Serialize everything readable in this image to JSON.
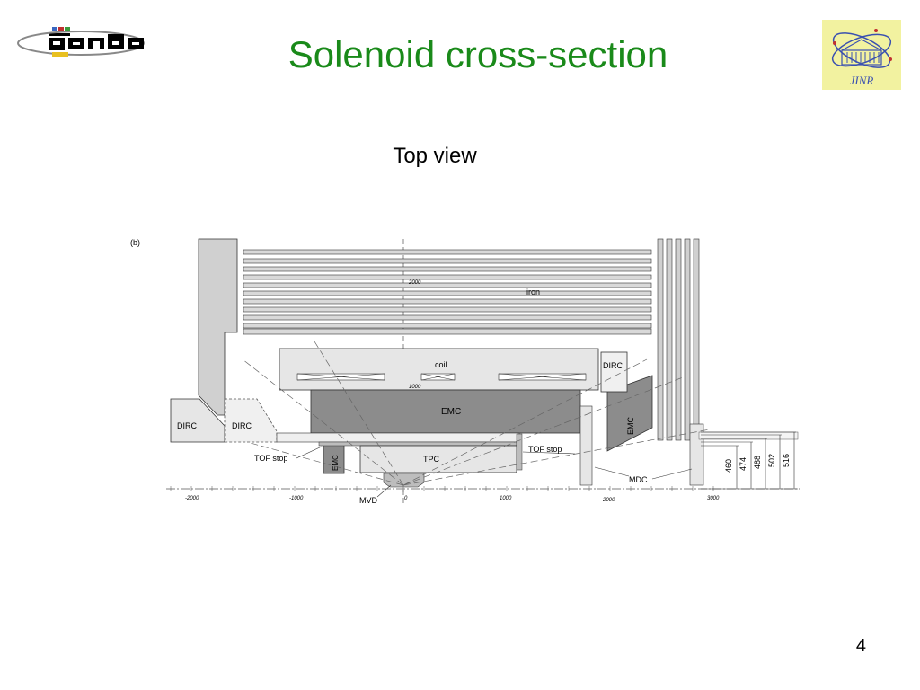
{
  "slide": {
    "title": "Solenoid cross-section",
    "subtitle": "Top view",
    "page_number": "4"
  },
  "logos": {
    "left": "panda",
    "right": "JINR"
  },
  "diagram": {
    "panel_label": "(b)",
    "labels": {
      "iron": "iron",
      "coil": "coil",
      "emc_main": "EMC",
      "emc_forward": "EMC",
      "emc_small": "EMC",
      "dirc_left": "DIRC",
      "dirc_mid": "DIRC",
      "dirc_right": "DIRC",
      "tpc": "TPC",
      "tof_stop_left": "TOF stop",
      "tof_stop_right": "TOF stop",
      "mdc": "MDC",
      "mvd": "MVD"
    },
    "axis_ticks": [
      "-2000",
      "-1000",
      "0",
      "1000",
      "2000",
      "3000"
    ],
    "vertical_marks": [
      "2000",
      "1000"
    ],
    "dimensions": [
      "460",
      "474",
      "488",
      "502",
      "516"
    ]
  }
}
